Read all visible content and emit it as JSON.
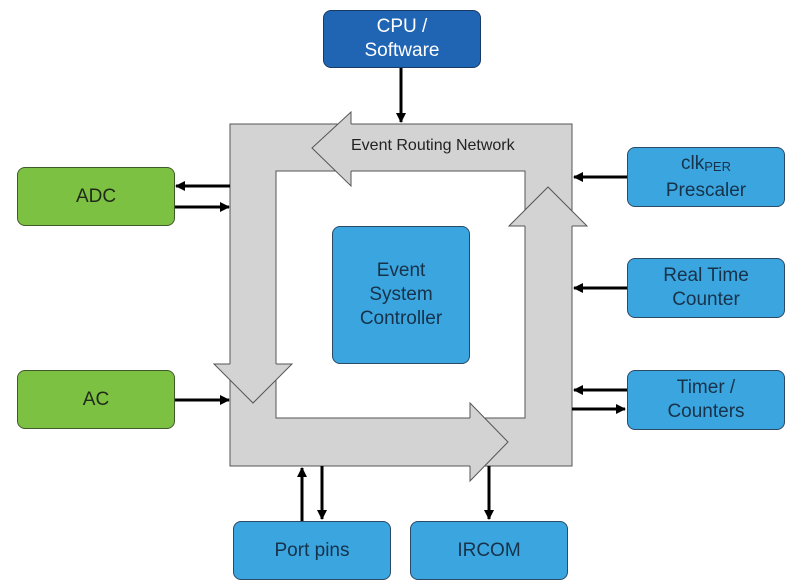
{
  "diagram": {
    "network_label": "Event Routing Network",
    "colors": {
      "input_blocks": "#7dc142",
      "peripheral_blocks": "#3aa5de",
      "cpu_block": "#2064b4",
      "network": "#d3d3d3"
    },
    "blocks": {
      "cpu": {
        "line1": "CPU /",
        "line2": "Software"
      },
      "adc": {
        "label": "ADC"
      },
      "ac": {
        "label": "AC"
      },
      "controller": {
        "line1": "Event",
        "line2": "System",
        "line3": "Controller"
      },
      "prescaler": {
        "line1_main": "clk",
        "line1_sub": "PER",
        "line2": "Prescaler"
      },
      "rtc": {
        "line1": "Real Time",
        "line2": "Counter"
      },
      "timers": {
        "line1": "Timer /",
        "line2": "Counters"
      },
      "port_pins": {
        "label": "Port pins"
      },
      "ircom": {
        "label": "IRCOM"
      }
    },
    "connections": [
      {
        "from": "CPU / Software",
        "to": "Event Routing Network"
      },
      {
        "from": "Event Routing Network",
        "to": "ADC"
      },
      {
        "from": "ADC",
        "to": "Event Routing Network"
      },
      {
        "from": "AC",
        "to": "Event Routing Network"
      },
      {
        "from": "clkPER Prescaler",
        "to": "Event Routing Network"
      },
      {
        "from": "Real Time Counter",
        "to": "Event Routing Network"
      },
      {
        "from": "Timer / Counters",
        "to": "Event Routing Network"
      },
      {
        "from": "Event Routing Network",
        "to": "Timer / Counters"
      },
      {
        "from": "Port pins",
        "to": "Event Routing Network"
      },
      {
        "from": "Event Routing Network",
        "to": "Port pins"
      },
      {
        "from": "Event Routing Network",
        "to": "IRCOM"
      }
    ]
  }
}
